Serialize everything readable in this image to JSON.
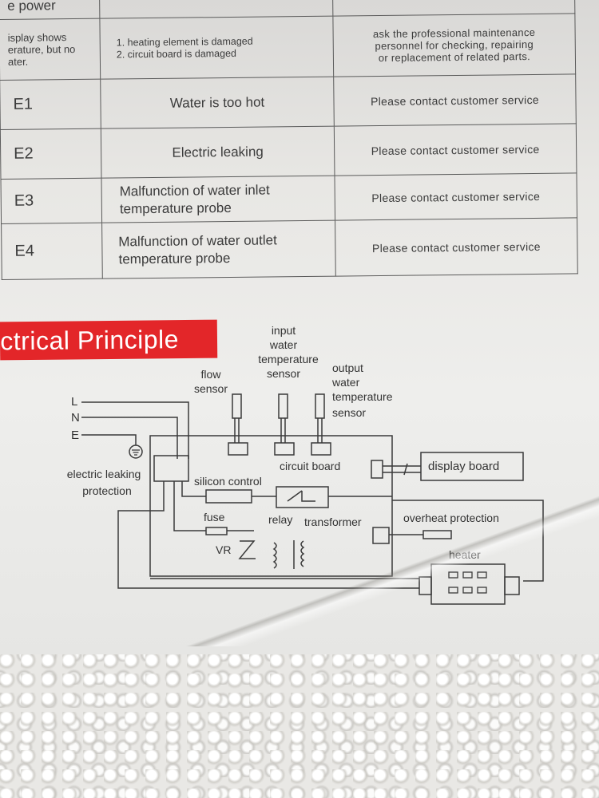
{
  "table": {
    "row0": {
      "c1": "e power"
    },
    "row1": {
      "c1": [
        "isplay shows",
        "erature, but no",
        "ater."
      ],
      "c2": [
        "1. heating element is damaged",
        "2. circuit board is damaged"
      ],
      "c3": [
        "ask the professional maintenance",
        "personnel for checking, repairing",
        "or replacement of related parts."
      ]
    },
    "errors": [
      {
        "code": "E1",
        "cause": [
          "Water is too hot"
        ],
        "action": "Please contact customer service"
      },
      {
        "code": "E2",
        "cause": [
          "Electric leaking"
        ],
        "action": "Please contact customer service"
      },
      {
        "code": "E3",
        "cause": [
          "Malfunction of water inlet",
          "temperature probe"
        ],
        "action": "Please contact customer service"
      },
      {
        "code": "E4",
        "cause": [
          "Malfunction of water outlet",
          "temperature probe"
        ],
        "action": "Please contact customer service"
      }
    ]
  },
  "section_title": "ectrical Principle",
  "diagram": {
    "line_labels": [
      "L",
      "N",
      "E"
    ],
    "input_sensor": [
      "input",
      "water",
      "temperature",
      "sensor"
    ],
    "flow_sensor": [
      "flow",
      "sensor"
    ],
    "output_sensor": [
      "output",
      "water",
      "temperature",
      "sensor"
    ],
    "leak_protection": [
      "electric leaking",
      "protection"
    ],
    "circuit_board": "circuit board",
    "display_board": "display board",
    "silicon_control": "silicon control",
    "fuse": "fuse",
    "relay": "relay",
    "transformer": "transformer",
    "overheat": "overheat protection",
    "vr": "VR",
    "heater": "heater"
  }
}
